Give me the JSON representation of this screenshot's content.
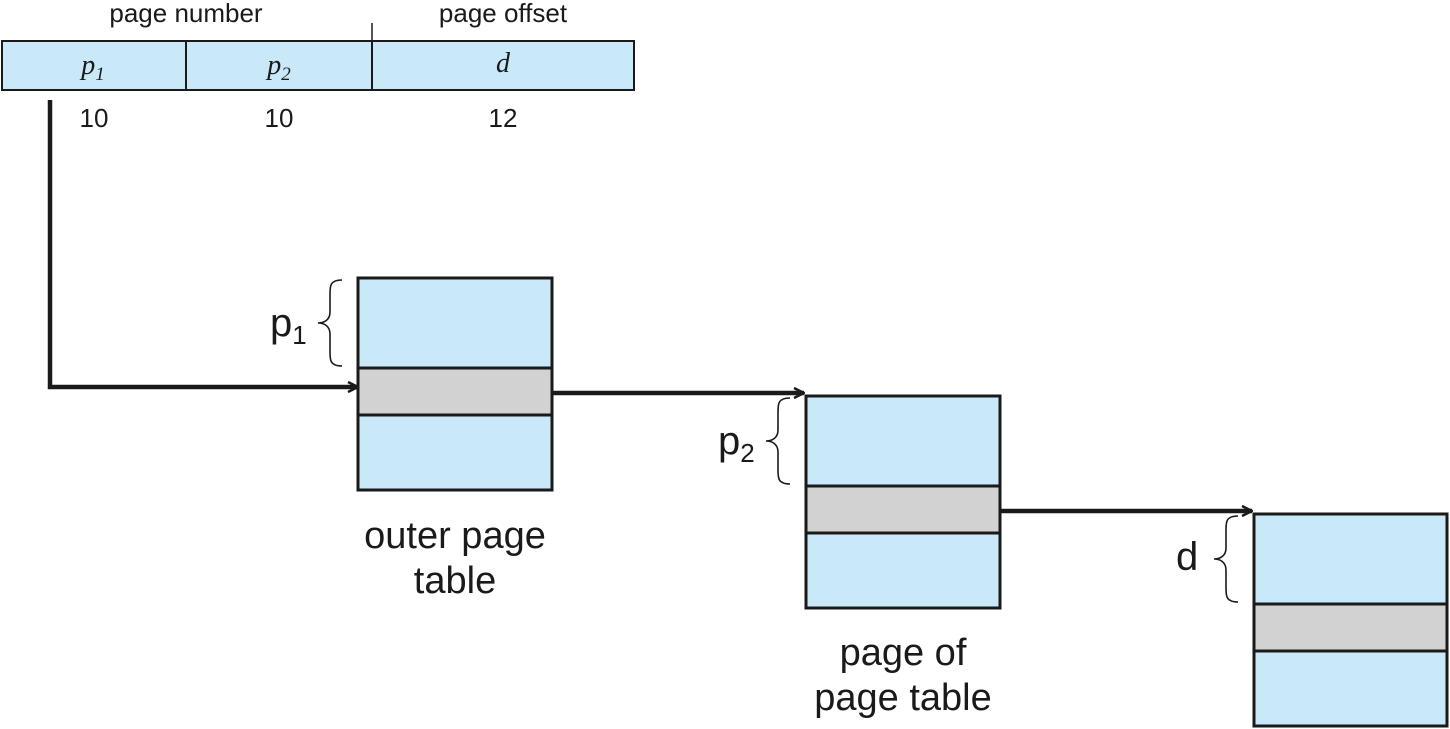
{
  "colors": {
    "cell_fill": "#c9e9f9",
    "selected_entry_fill": "#d2d2d2",
    "stroke": "#1a1a1a"
  },
  "address": {
    "page_number_label": "page number",
    "page_offset_label": "page offset",
    "fields": [
      {
        "symbol": "p",
        "sub": "1",
        "bits": "10"
      },
      {
        "symbol": "p",
        "sub": "2",
        "bits": "10"
      },
      {
        "symbol": "d",
        "sub": "",
        "bits": "12"
      }
    ]
  },
  "tables": [
    {
      "index": {
        "symbol": "p",
        "sub": "1"
      },
      "caption_line1": "outer page",
      "caption_line2": "table"
    },
    {
      "index": {
        "symbol": "p",
        "sub": "2"
      },
      "caption_line1": "page of",
      "caption_line2": "page table"
    },
    {
      "index": {
        "symbol": "d",
        "sub": ""
      },
      "caption_line1": "",
      "caption_line2": ""
    }
  ]
}
